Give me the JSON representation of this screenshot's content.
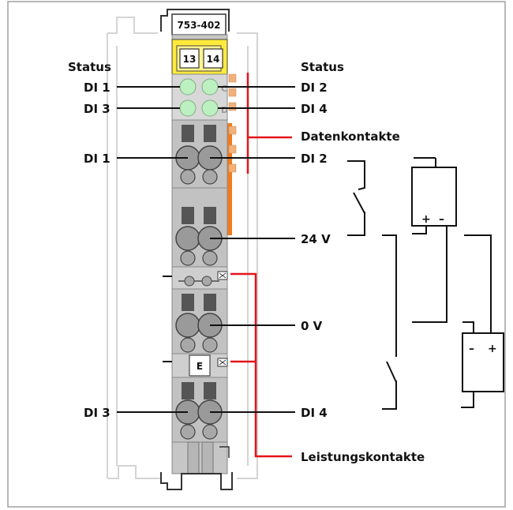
{
  "module": {
    "model_label": "753-402",
    "clip_left": "13",
    "clip_right": "14",
    "badge_letter": "E",
    "led_a_letter": "C",
    "led_b_letter": "D"
  },
  "labels": {
    "status_left": "Status",
    "status_right": "Status",
    "di1_led": "DI 1",
    "di2_led": "DI 2",
    "di3_led": "DI 3",
    "di4_led": "DI 4",
    "datenkontakte": "Datenkontakte",
    "di1_terminal": "DI 1",
    "di2_terminal": "DI 2",
    "v24": "24 V",
    "v0": "0 V",
    "di3_terminal": "DI 3",
    "di4_terminal": "DI 4",
    "leistungskontakte": "Leistungskontakte"
  },
  "supply": {
    "plus": "+",
    "minus": "–"
  },
  "colors": {
    "module_body": "#c6c6c6",
    "led_green": "#bdf0c0",
    "yellow_clip": "#ffea3c",
    "contact_orange": "#ef7c1e",
    "contact_pad": "#f2b07a",
    "red_bracket": "#e3151a",
    "frame_border": "#9a9a9a",
    "rail_outline": "#d6d6d6"
  }
}
